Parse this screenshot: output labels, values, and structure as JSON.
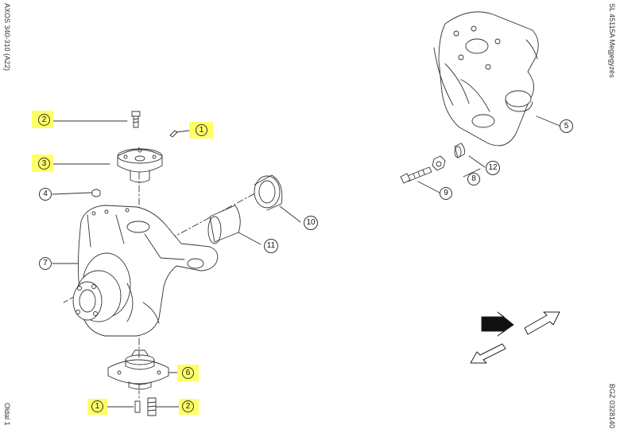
{
  "sheet": {
    "left_top_text": "AXOS 340-310 (A22)",
    "left_bottom_text": "Oldal 1",
    "right_top_text": "SL 45115A  Megjegyzés",
    "right_bottom_text": "BGZ 0328140"
  },
  "callouts": {
    "c1_top": "1",
    "c2_top": "2",
    "c3": "3",
    "c4": "4",
    "c5": "5",
    "c6": "6",
    "c7": "7",
    "c8": "8",
    "c9": "9",
    "c10": "10",
    "c11": "11",
    "c12": "12",
    "c1_bottom": "1",
    "c2_bottom": "2"
  },
  "highlight_color": "#ffff66",
  "icons": [
    "front-arrow-filled-icon",
    "arrow-right-outline-icon",
    "arrow-left-outline-icon"
  ]
}
